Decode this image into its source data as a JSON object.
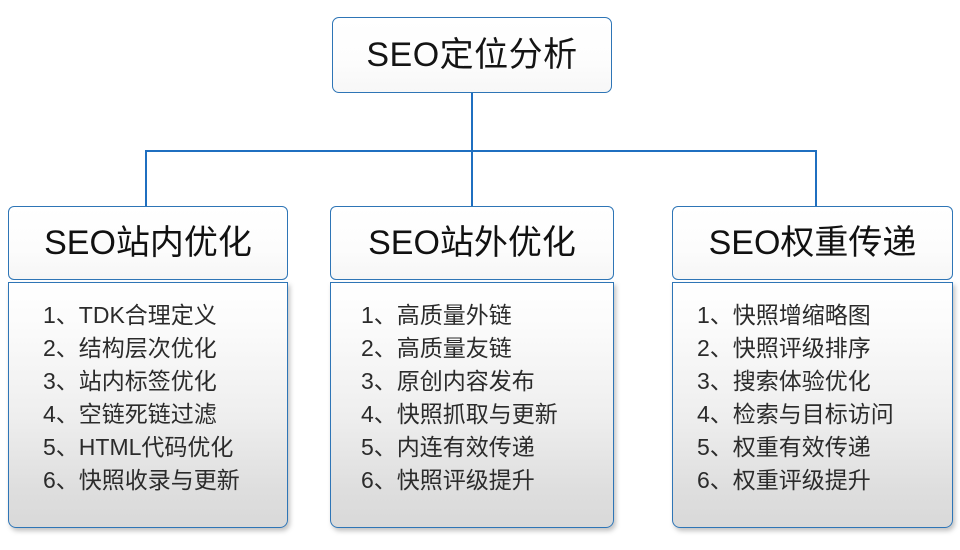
{
  "diagram": {
    "title": "SEO定位分析",
    "accent_color": "#2e75b6",
    "line_color": "#1f6fc0",
    "text_color": "#111111",
    "root": {
      "label": "SEO定位分析"
    },
    "branches": [
      {
        "header": "SEO站内优化",
        "items": [
          {
            "index": "1、",
            "label": "TDK合理定义"
          },
          {
            "index": "2、",
            "label": "结构层次优化"
          },
          {
            "index": "3、",
            "label": "站内标签优化"
          },
          {
            "index": "4、",
            "label": "空链死链过滤"
          },
          {
            "index": "5、",
            "label": "HTML代码优化"
          },
          {
            "index": "6、",
            "label": "快照收录与更新"
          }
        ]
      },
      {
        "header": "SEO站外优化",
        "items": [
          {
            "index": "1、",
            "label": "高质量外链"
          },
          {
            "index": "2、",
            "label": "高质量友链"
          },
          {
            "index": "3、",
            "label": "原创内容发布"
          },
          {
            "index": "4、",
            "label": "快照抓取与更新"
          },
          {
            "index": "5、",
            "label": "内连有效传递"
          },
          {
            "index": "6、",
            "label": "快照评级提升"
          }
        ]
      },
      {
        "header": "SEO权重传递",
        "items": [
          {
            "index": "1、",
            "label": "快照增缩略图"
          },
          {
            "index": "2、",
            "label": "快照评级排序"
          },
          {
            "index": "3、",
            "label": "搜索体验优化"
          },
          {
            "index": "4、",
            "label": "检索与目标访问"
          },
          {
            "index": "5、",
            "label": "权重有效传递"
          },
          {
            "index": "6、",
            "label": "权重评级提升"
          }
        ]
      }
    ]
  }
}
